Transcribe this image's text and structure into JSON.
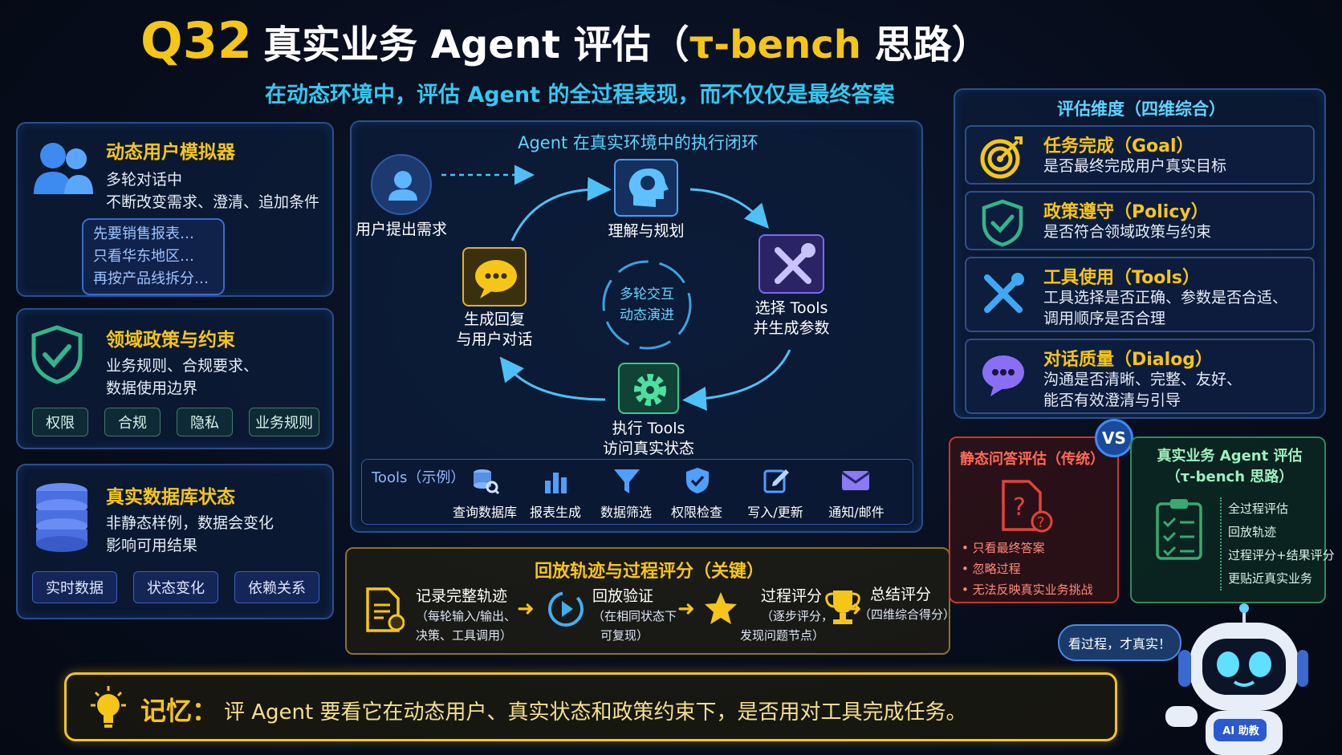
{
  "header": {
    "q_label": "Q32",
    "title_main": "真实业务 Agent 评估（",
    "title_highlight": "τ-bench",
    "title_tail": " 思路）",
    "subtitle": "在动态环境中，评估 Agent 的全过程表现，而不仅仅是最终答案"
  },
  "left": {
    "users": {
      "title": "动态用户模拟器",
      "line1": "多轮对话中",
      "line2": "不断改变需求、澄清、追加条件",
      "bubble": [
        "先要销售报表…",
        "只看华东地区…",
        "再按产品线拆分…"
      ]
    },
    "policy": {
      "title": "领域政策与约束",
      "line1": "业务规则、合规要求、",
      "line2": "数据使用边界",
      "chips": [
        "权限",
        "合规",
        "隐私",
        "业务规则"
      ]
    },
    "db": {
      "title": "真实数据库状态",
      "line1": "非静态样例，数据会变化",
      "line2": "影响可用结果",
      "chips": [
        "实时数据",
        "状态变化",
        "依赖关系"
      ]
    }
  },
  "center": {
    "title": "Agent 在真实环境中的执行闭环",
    "user_request": "用户提出需求",
    "plan": "理解与规划",
    "select_tools": [
      "选择 Tools",
      "并生成参数"
    ],
    "execute": [
      "执行 Tools",
      "访问真实状态"
    ],
    "reply": [
      "生成回复",
      "与用户对话"
    ],
    "center_loop": [
      "多轮交互",
      "动态演进"
    ],
    "tools_label": "Tools（示例）",
    "tools": [
      "查询数据库",
      "报表生成",
      "数据筛选",
      "权限检查",
      "写入/更新",
      "通知/邮件"
    ]
  },
  "replay": {
    "title": "回放轨迹与过程评分（关键）",
    "steps": [
      {
        "title": "记录完整轨迹",
        "detail": [
          "（每轮输入/输出、",
          "决策、工具调用）"
        ]
      },
      {
        "title": "回放验证",
        "detail": [
          "（在相同状态下",
          "可复现）"
        ]
      },
      {
        "title": "过程评分",
        "detail": [
          "（逐步评分，",
          "发现问题节点）"
        ]
      },
      {
        "title": "总结评分",
        "detail": [
          "（四维综合得分）"
        ]
      }
    ]
  },
  "dimensions": {
    "title": "评估维度（四维综合）",
    "items": [
      {
        "title": "任务完成（Goal）",
        "lines": [
          "是否最终完成用户真实目标"
        ]
      },
      {
        "title": "政策遵守（Policy）",
        "lines": [
          "是否符合领域政策与约束"
        ]
      },
      {
        "title": "工具使用（Tools）",
        "lines": [
          "工具选择是否正确、参数是否合适、",
          "调用顺序是否合理"
        ]
      },
      {
        "title": "对话质量（Dialog）",
        "lines": [
          "沟通是否清晰、完整、友好、",
          "能否有效澄清与引导"
        ]
      }
    ]
  },
  "compare": {
    "vs": "VS",
    "static": {
      "title": "静态问答评估（传统）",
      "items": [
        "只看最终答案",
        "忽略过程",
        "无法反映真实业务挑战"
      ]
    },
    "real": {
      "title": [
        "真实业务 Agent 评估",
        "（τ-bench 思路）"
      ],
      "items": [
        "全过程评估",
        "回放轨迹",
        "过程评分+结果评分",
        "更贴近真实业务"
      ]
    }
  },
  "robot": {
    "speech": "看过程，才真实！",
    "badge": "AI 助教"
  },
  "memo": {
    "label": "记忆：",
    "text": "评 Agent 要看它在动态用户、真实状态和政策约束下，是否用对工具完成任务。"
  },
  "colors": {
    "accent_yellow": "#f5c518",
    "accent_cyan": "#35c8f0",
    "panel_border": "#2a4f8a",
    "static_red": "#e0443a",
    "real_green": "#3aa870"
  }
}
